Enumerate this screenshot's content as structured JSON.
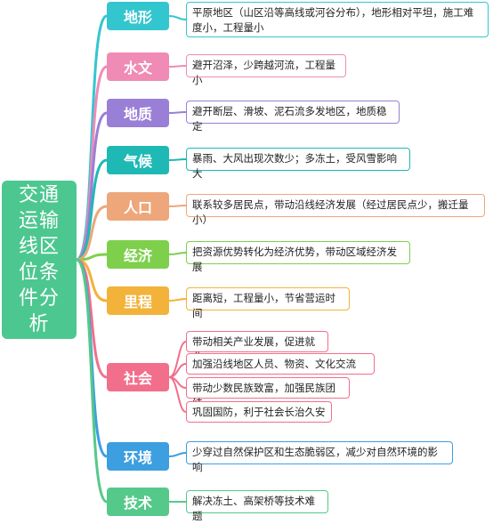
{
  "root": {
    "label": "交通运输线区位条件分析"
  },
  "categories": [
    {
      "id": "dixing",
      "label": "地形",
      "color": "#34c6cf",
      "items": [
        "平原地区（山区沿等高线或河谷分布），地形相对平坦，施工难度小，工程量小"
      ]
    },
    {
      "id": "shuiwen",
      "label": "水文",
      "color": "#f08bb5",
      "items": [
        "避开沼泽，少跨越河流，工程量小"
      ]
    },
    {
      "id": "dizhi",
      "label": "地质",
      "color": "#9a7fd6",
      "items": [
        "避开断层、滑坡、泥石流多发地区，地质稳定"
      ]
    },
    {
      "id": "qihou",
      "label": "气候",
      "color": "#1eb9b5",
      "items": [
        "暴雨、大风出现次数少；多冻土，受风雪影响大"
      ]
    },
    {
      "id": "renkou",
      "label": "人口",
      "color": "#eda77b",
      "items": [
        "联系较多居民点，带动沿线经济发展（经过居民点少，搬迁量小）"
      ]
    },
    {
      "id": "jingji",
      "label": "经济",
      "color": "#7ed04c",
      "items": [
        "把资源优势转化为经济优势，带动区域经济发展"
      ]
    },
    {
      "id": "licheng",
      "label": "里程",
      "color": "#f3b23a",
      "items": [
        "距离短，工程量小，节省营运时间"
      ]
    },
    {
      "id": "shehui",
      "label": "社会",
      "color": "#f26f8b",
      "items": [
        "带动相关产业发展，促进就业",
        "加强沿线地区人员、物资、文化交流",
        "带动少数民族致富，加强民族团结",
        "巩固国防，利于社会长治久安"
      ]
    },
    {
      "id": "huanjing",
      "label": "环境",
      "color": "#3d9ee0",
      "items": [
        "少穿过自然保护区和生态脆弱区，减少对自然环境的影响"
      ]
    },
    {
      "id": "jishu",
      "label": "技术",
      "color": "#55c989",
      "items": [
        "解决冻土、高架桥等技术难题"
      ]
    }
  ]
}
